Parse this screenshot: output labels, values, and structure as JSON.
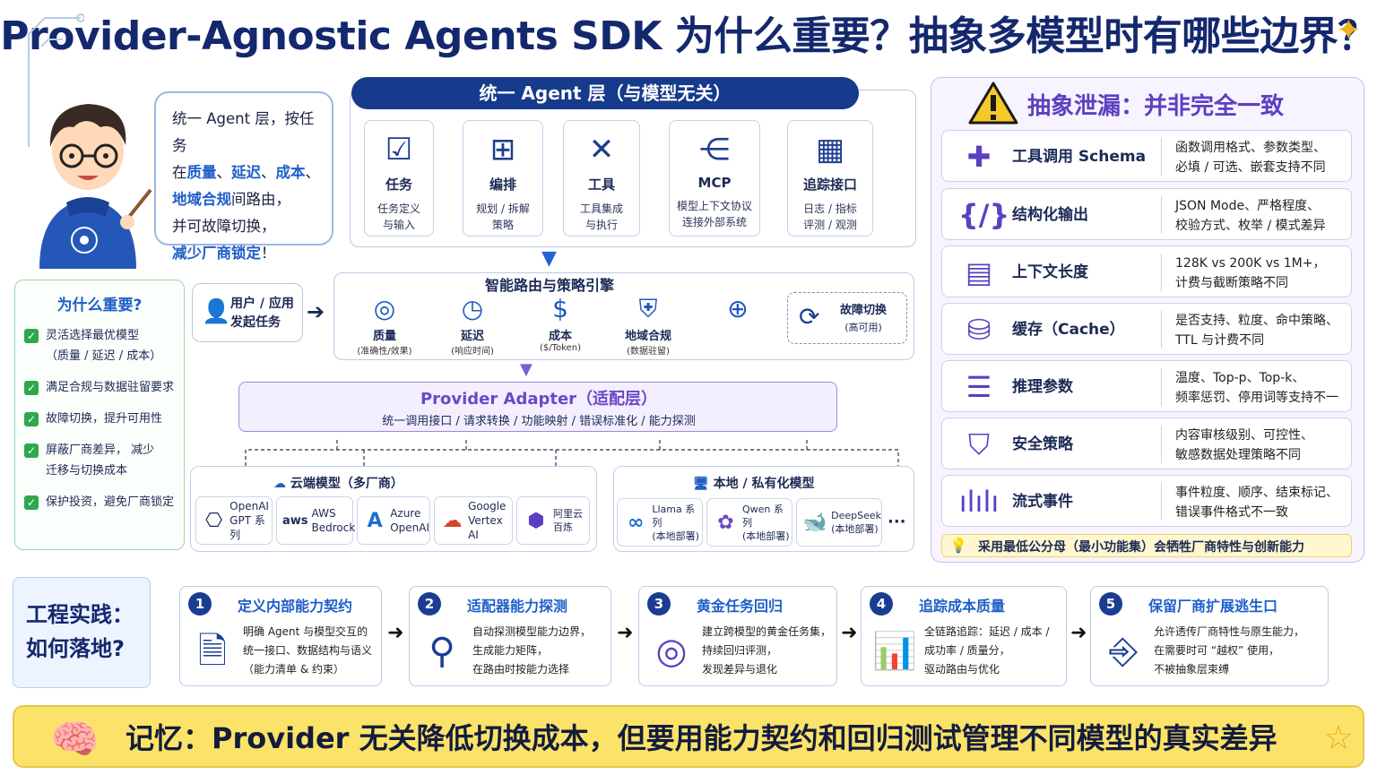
{
  "title": "Provider-Agnostic Agents SDK 为什么重要？抽象多模型时有哪些边界？",
  "bubble": {
    "l1": "统一 Agent 层，按任务",
    "l2a": "在",
    "q": "质量",
    "s1": "、",
    "lat": "延迟",
    "s2": "、",
    "cost": "成本",
    "s3": "、",
    "reg": "地域合规",
    "l3b": "间路由，",
    "l4": "并可故障切换，",
    "l5": "减少厂商锁定",
    "l5b": "！"
  },
  "why": {
    "title": "为什么重要?",
    "items": [
      "灵活选择最优模型",
      "（质量 / 延迟 / 成本）",
      "满足合规与数据驻留要求",
      "故障切换，提升可用性",
      "屏蔽厂商差异，  减少",
      "迁移与切换成本",
      "保护投资，避免厂商锁定"
    ]
  },
  "unified": {
    "title": "统一 Agent 层（与模型无关）",
    "tiles": [
      {
        "name": "任务",
        "d1": "任务定义",
        "d2": "与输入",
        "icon": "checklist-icon"
      },
      {
        "name": "编排",
        "d1": "规划 / 拆解",
        "d2": "策略",
        "icon": "hierarchy-icon"
      },
      {
        "name": "工具",
        "d1": "工具集成",
        "d2": "与执行",
        "icon": "tools-icon"
      },
      {
        "name": "MCP",
        "d1": "模型上下文协议",
        "d2": "连接外部系统",
        "icon": "share-icon"
      },
      {
        "name": "追踪接口",
        "d1": "日志 / 指标",
        "d2": "评测 / 观测",
        "icon": "chart-icon"
      }
    ]
  },
  "user": {
    "l1": "用户 / 应用",
    "l2": "发起任务"
  },
  "routing": {
    "title": "智能路由与策略引擎",
    "items": [
      {
        "name": "质量",
        "desc": "(准确性/效果)"
      },
      {
        "name": "延迟",
        "desc": "(响应时间)"
      },
      {
        "name": "成本",
        "desc": "($/Token)"
      },
      {
        "name": "地域合规",
        "desc": "(数据驻留)"
      }
    ],
    "failover": {
      "name": "故障切换",
      "desc": "(高可用)"
    }
  },
  "adapter": {
    "title": "Provider Adapter（适配层）",
    "desc": "统一调用接口 / 请求转换 / 功能映射 / 错误标准化 / 能力探测"
  },
  "cloud": {
    "title": "云端模型（多厂商）",
    "providers": [
      {
        "a": "OpenAI",
        "b": "GPT 系列"
      },
      {
        "logo": "aws",
        "a": "AWS",
        "b": "Bedrock"
      },
      {
        "a": "Azure",
        "b": "OpenAI"
      },
      {
        "a": "Google",
        "b": "Vertex AI"
      },
      {
        "a": "阿里云",
        "b": "百炼"
      }
    ]
  },
  "local": {
    "title": "本地 / 私有化模型",
    "providers": [
      {
        "a": "Llama 系列",
        "b": "(本地部署)"
      },
      {
        "a": "Qwen 系列",
        "b": "(本地部署)"
      },
      {
        "a": "DeepSeek",
        "b": "(本地部署)"
      }
    ],
    "more": "···"
  },
  "leaks": {
    "title": "抽象泄漏：并非完全一致",
    "items": [
      {
        "name": "工具调用 Schema",
        "d1": "函数调用格式、参数类型、",
        "d2": "必填 / 可选、嵌套支持不同"
      },
      {
        "name": "结构化输出",
        "d1": "JSON Mode、严格程度、",
        "d2": "校验方式、枚举 / 模式差异"
      },
      {
        "name": "上下文长度",
        "d1": "128K vs 200K vs 1M+，",
        "d2": "计费与截断策略不同"
      },
      {
        "name": "缓存（Cache）",
        "d1": "是否支持、粒度、命中策略、",
        "d2": "TTL 与计费不同"
      },
      {
        "name": "推理参数",
        "d1": "温度、Top-p、Top-k、",
        "d2": "频率惩罚、停用词等支持不一"
      },
      {
        "name": "安全策略",
        "d1": "内容审核级别、可控性、",
        "d2": "敏感数据处理策略不同"
      },
      {
        "name": "流式事件",
        "d1": "事件粒度、顺序、结束标记、",
        "d2": "错误事件格式不一致"
      }
    ],
    "tip": "采用最低公分母（最小功能集）会牺牲厂商特性与创新能力"
  },
  "practice": {
    "l1": "工程实践：",
    "l2": "如何落地?",
    "steps": [
      {
        "no": "1",
        "name": "定义内部能力契约",
        "d1": "明确 Agent 与模型交互的",
        "d2": "统一接口、数据结构与语义",
        "d3": "（能力清单 & 约束）"
      },
      {
        "no": "2",
        "name": "适配器能力探测",
        "d1": "自动探测模型能力边界，",
        "d2": "生成能力矩阵，",
        "d3": "在路由时按能力选择"
      },
      {
        "no": "3",
        "name": "黄金任务回归",
        "d1": "建立跨模型的黄金任务集，",
        "d2": "持续回归评测，",
        "d3": "发现差异与退化"
      },
      {
        "no": "4",
        "name": "追踪成本质量",
        "d1": "全链路追踪：延迟 / 成本 /",
        "d2": "成功率 / 质量分，",
        "d3": "驱动路由与优化"
      },
      {
        "no": "5",
        "name": "保留厂商扩展逃生口",
        "d1": "允许透传厂商特性与原生能力，",
        "d2": "在需要时可 “越权” 使用，",
        "d3": "不被抽象层束缚"
      }
    ]
  },
  "memo": "记忆：Provider 无关降低切换成本，但要用能力契约和回归测试管理不同模型的真实差异",
  "colors": {
    "navy": "#163a8c",
    "accent_blue": "#1f5fc8",
    "purple": "#5b40c0",
    "green": "#2ea84c",
    "yellow": "#fbe36a"
  }
}
